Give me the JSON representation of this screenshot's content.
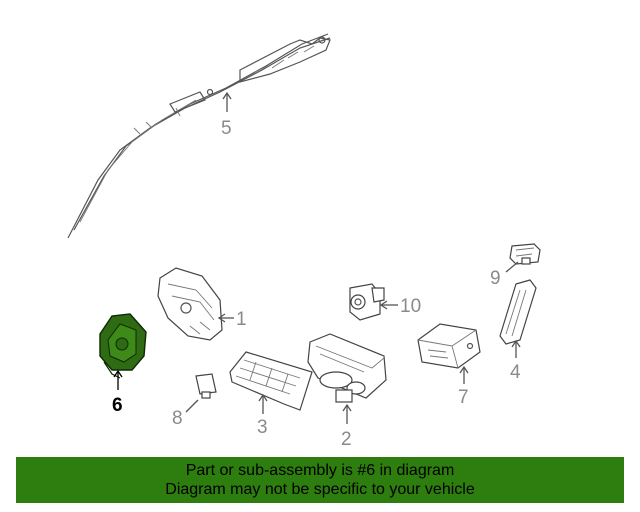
{
  "callouts": {
    "c1": "1",
    "c2": "2",
    "c3": "3",
    "c4": "4",
    "c5": "5",
    "c6": "6",
    "c7": "7",
    "c8": "8",
    "c9": "9",
    "c10": "10"
  },
  "highlight_part": "6",
  "colors": {
    "banner_bg": "#2e7d0f",
    "highlight_fill": "#2e6b12",
    "callout_text": "#8a8a8a"
  },
  "banner": {
    "line1": "Part or sub-assembly is #6 in diagram",
    "line2": "Diagram may not be specific to your vehicle"
  }
}
